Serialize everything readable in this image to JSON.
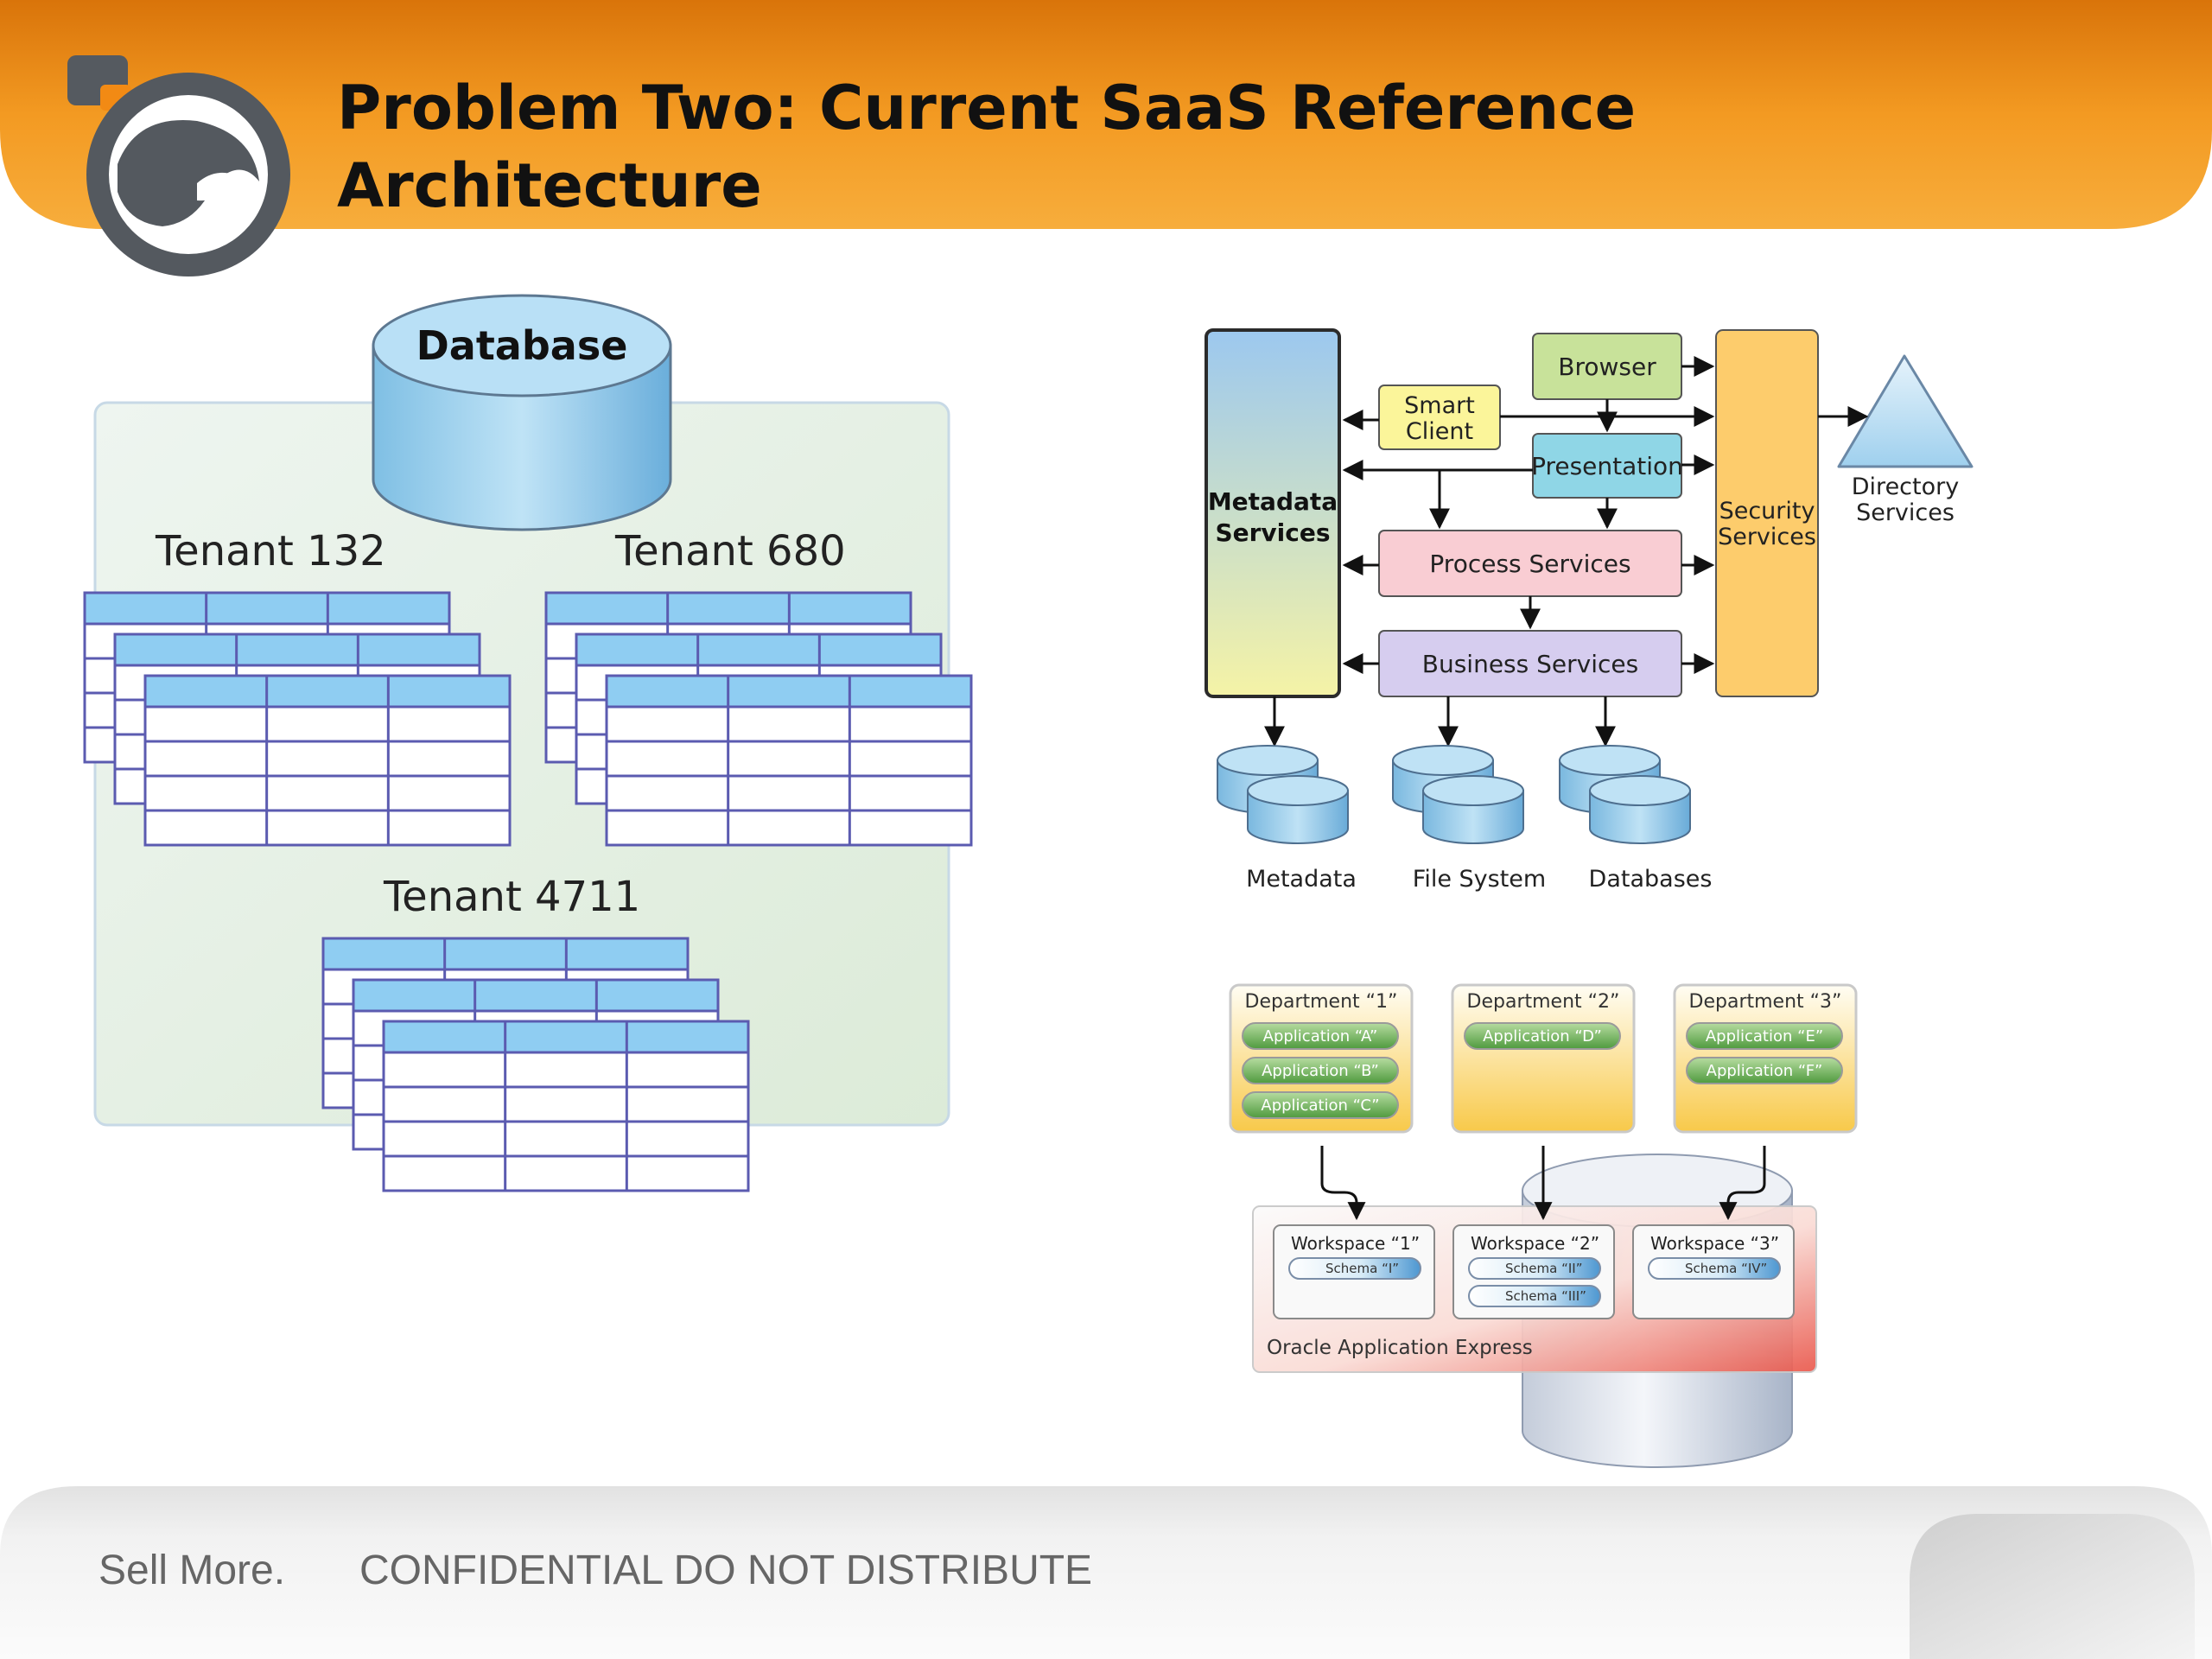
{
  "slide": {
    "title_line1": "Problem Two:  Current SaaS Reference",
    "title_line2": "Architecture",
    "footer_left": "Sell More.",
    "footer_right": "CONFIDENTIAL  DO NOT DISTRIBUTE",
    "accent": "#f08a10"
  },
  "left_diagram": {
    "database_label": "Database",
    "tenant_a": "Tenant 132",
    "tenant_b": "Tenant 680",
    "tenant_c": "Tenant 4711"
  },
  "saas_arch": {
    "metadata_services": [
      "Metadata",
      "Services"
    ],
    "smart_client": [
      "Smart",
      "Client"
    ],
    "browser": "Browser",
    "presentation": "Presentation",
    "process_services": "Process Services",
    "business_services": "Business Services",
    "security_services": [
      "Security",
      "Services"
    ],
    "directory_services": [
      "Directory",
      "Services"
    ],
    "store_metadata": "Metadata",
    "store_files": "File System",
    "store_databases": "Databases"
  },
  "apex": {
    "departments": [
      {
        "title": "Department “1”",
        "apps": [
          "Application “A”",
          "Application “B”",
          "Application “C”"
        ]
      },
      {
        "title": "Department “2”",
        "apps": [
          "Application “D”"
        ]
      },
      {
        "title": "Department “3”",
        "apps": [
          "Application “E”",
          "Application “F”"
        ]
      }
    ],
    "workspaces": [
      {
        "title": "Workspace “1”",
        "schemas": [
          "Schema “I”"
        ]
      },
      {
        "title": "Workspace “2”",
        "schemas": [
          "Schema “II”",
          "Schema “III”"
        ]
      },
      {
        "title": "Workspace “3”",
        "schemas": [
          "Schema “IV”"
        ]
      }
    ],
    "platform": "Oracle Application Express"
  }
}
